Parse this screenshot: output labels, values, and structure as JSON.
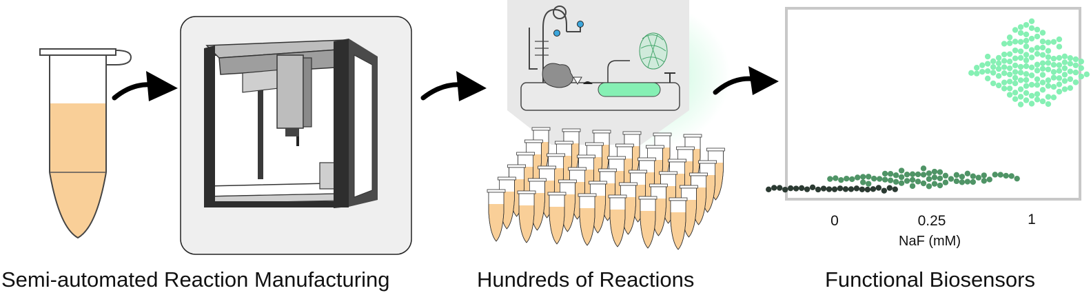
{
  "captions": {
    "manufacturing": "Semi-automated Reaction Manufacturing",
    "reactions": "Hundreds of Reactions",
    "biosensors": "Functional Biosensors"
  },
  "colors": {
    "reaction_fill": "#f9cf98",
    "robot_frame": "#2e2e2e",
    "panel_bg": "#efefef",
    "fluorescence_green": "#86f0b4",
    "dot_dark": "#2b3a32",
    "dot_mid": "#4f9466",
    "dot_light": "#86f0b4"
  },
  "icons": [
    "tube-icon",
    "arrow-icon",
    "robot-icon",
    "biosensor-circuit-icon",
    "tube-array-icon"
  ],
  "chart_data": {
    "type": "scatter",
    "style": "beeswarm",
    "xlabel": "NaF (mM)",
    "categories": [
      "0",
      "0.25",
      "1"
    ],
    "series": [
      {
        "category": "0",
        "n": 24,
        "center": 0.04,
        "spread": 0.01
      },
      {
        "category": "0.25",
        "n": 60,
        "center": 0.1,
        "spread": 0.03
      },
      {
        "category": "1",
        "n": 140,
        "center": 0.72,
        "spread": 0.15
      }
    ],
    "legend": "none",
    "grid": false,
    "ylabel": ""
  }
}
